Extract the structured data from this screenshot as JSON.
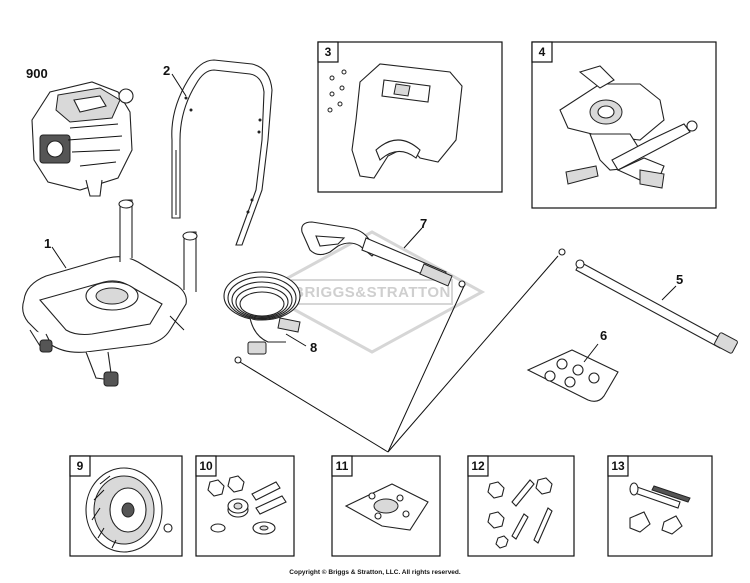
{
  "watermark": "BRIGGS&STRATTON",
  "copyright": "Copyright © Briggs & Stratton, LLC. All rights reserved.",
  "callouts": {
    "engine": "900",
    "handle": "2",
    "frame": "1",
    "gun": "7",
    "hose": "8",
    "wand": "5",
    "nozzles": "6"
  },
  "boxes": {
    "bracket_kit": "3",
    "pump": "4",
    "wheel": "9",
    "hardware_10": "10",
    "hardware_11": "11",
    "hardware_12": "12",
    "hardware_13": "13"
  }
}
